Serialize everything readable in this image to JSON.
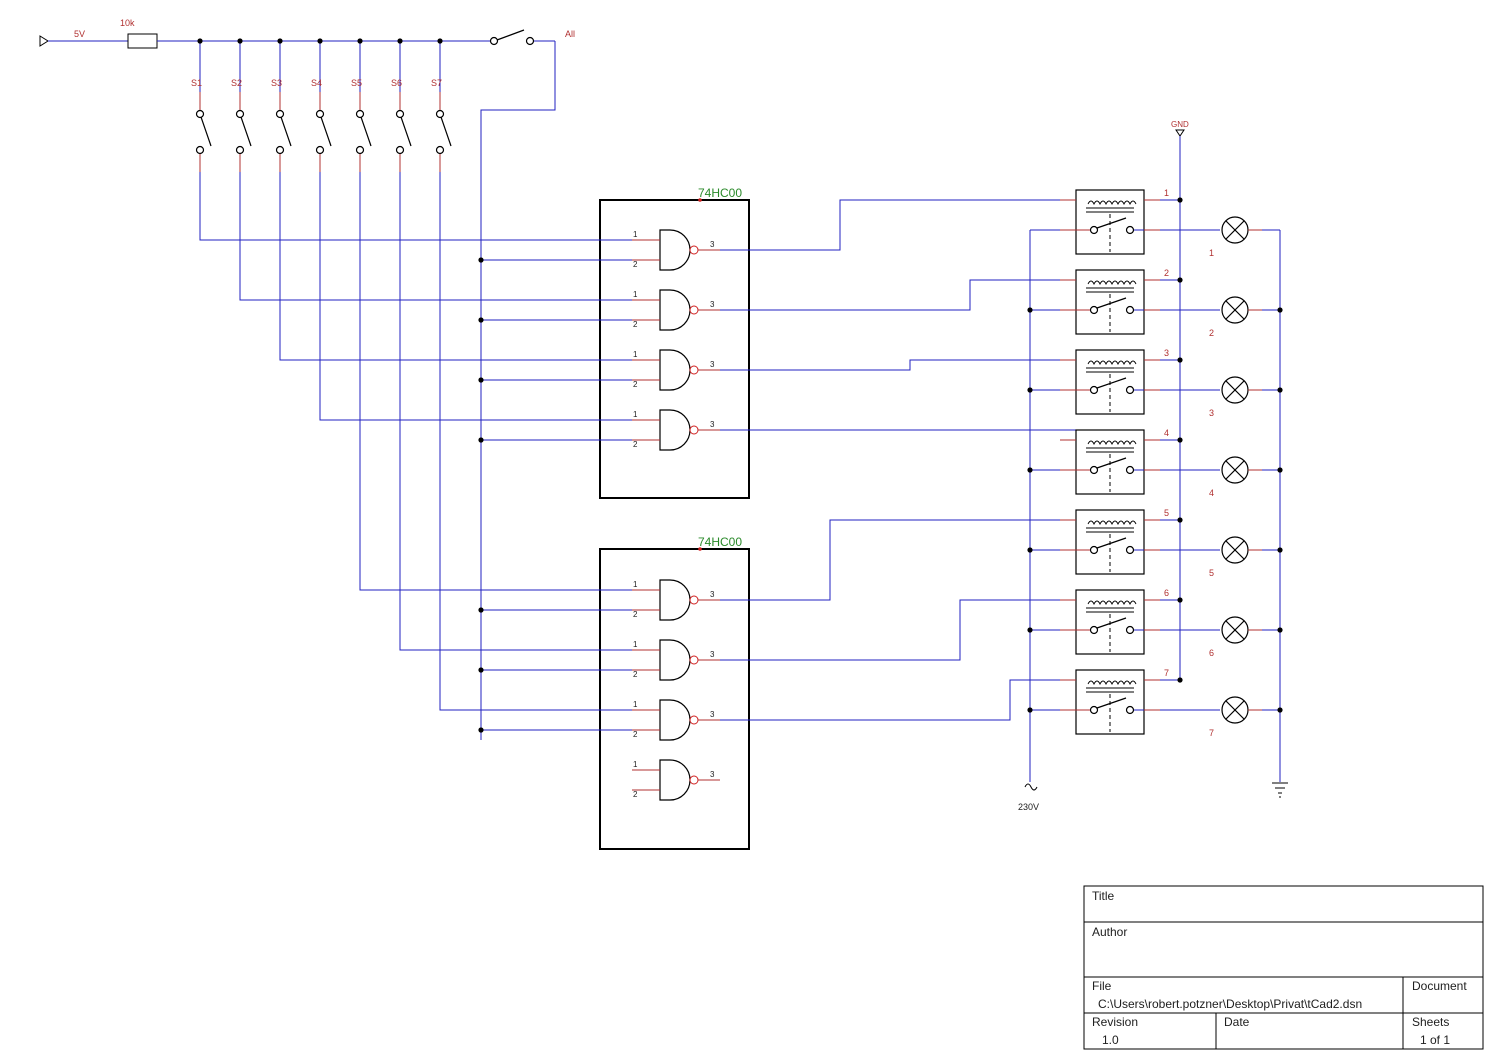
{
  "power": {
    "supply_label": "5V",
    "resistor_label": "10k",
    "all_label": "All",
    "gnd_label": "GND",
    "mains_label": "230V"
  },
  "switches": [
    "S1",
    "S2",
    "S3",
    "S4",
    "S5",
    "S6",
    "S7"
  ],
  "chips": [
    {
      "label": "74HC00",
      "gates": 4
    },
    {
      "label": "74HC00",
      "gates": 4
    }
  ],
  "pins": {
    "in1": "1",
    "in2": "2",
    "out": "3"
  },
  "relays": [
    "1",
    "2",
    "3",
    "4",
    "5",
    "6",
    "7"
  ],
  "lamps": [
    "1",
    "2",
    "3",
    "4",
    "5",
    "6",
    "7"
  ],
  "title_block": {
    "title_label": "Title",
    "author_label": "Author",
    "file_label": "File",
    "file_value": "C:\\Users\\robert.potzner\\Desktop\\Privat\\tCad2.dsn",
    "document_label": "Document",
    "revision_label": "Revision",
    "revision_value": "1.0",
    "date_label": "Date",
    "sheets_label": "Sheets",
    "sheets_value": "1 of 1"
  },
  "colors": {
    "wire": "#2020c0",
    "label": "#b03030",
    "component": "#000000",
    "chip_label": "#2a8a2a"
  }
}
